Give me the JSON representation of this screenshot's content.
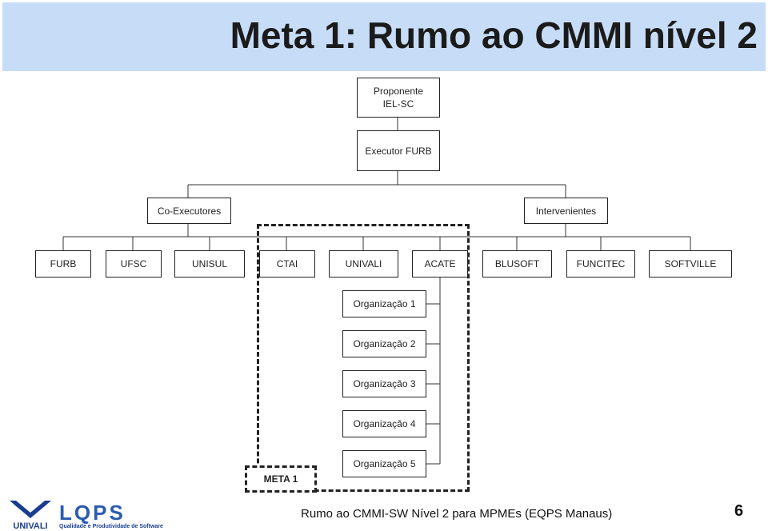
{
  "slide": {
    "title": "Meta 1: Rumo ao CMMI nível 2",
    "footer": "Rumo ao CMMI-SW Nível 2 para MPMEs (EQPS Manaus)",
    "page_number": "6"
  },
  "logos": {
    "univali": "UNIVALI",
    "lqps": "LQPS",
    "lqps_tagline": "Qualidade e Produtividade de Software"
  },
  "org": {
    "proponente_line1": "Proponente",
    "proponente_line2": "IEL-SC",
    "executor": "Executor FURB",
    "co_executores": "Co-Executores",
    "intervenientes": "Intervenientes",
    "members": [
      "FURB",
      "UFSC",
      "UNISUL",
      "CTAI",
      "UNIVALI",
      "ACATE",
      "BLUSOFT",
      "FUNCITEC",
      "SOFTVILLE"
    ],
    "organizations": [
      "Organização 1",
      "Organização 2",
      "Organização 3",
      "Organização 4",
      "Organização 5"
    ],
    "meta_label": "META 1"
  },
  "colors": {
    "title_bar": "#c7ddf7",
    "univali_blue": "#1a3d8f",
    "lqps_blue": "#2a5bb0"
  }
}
